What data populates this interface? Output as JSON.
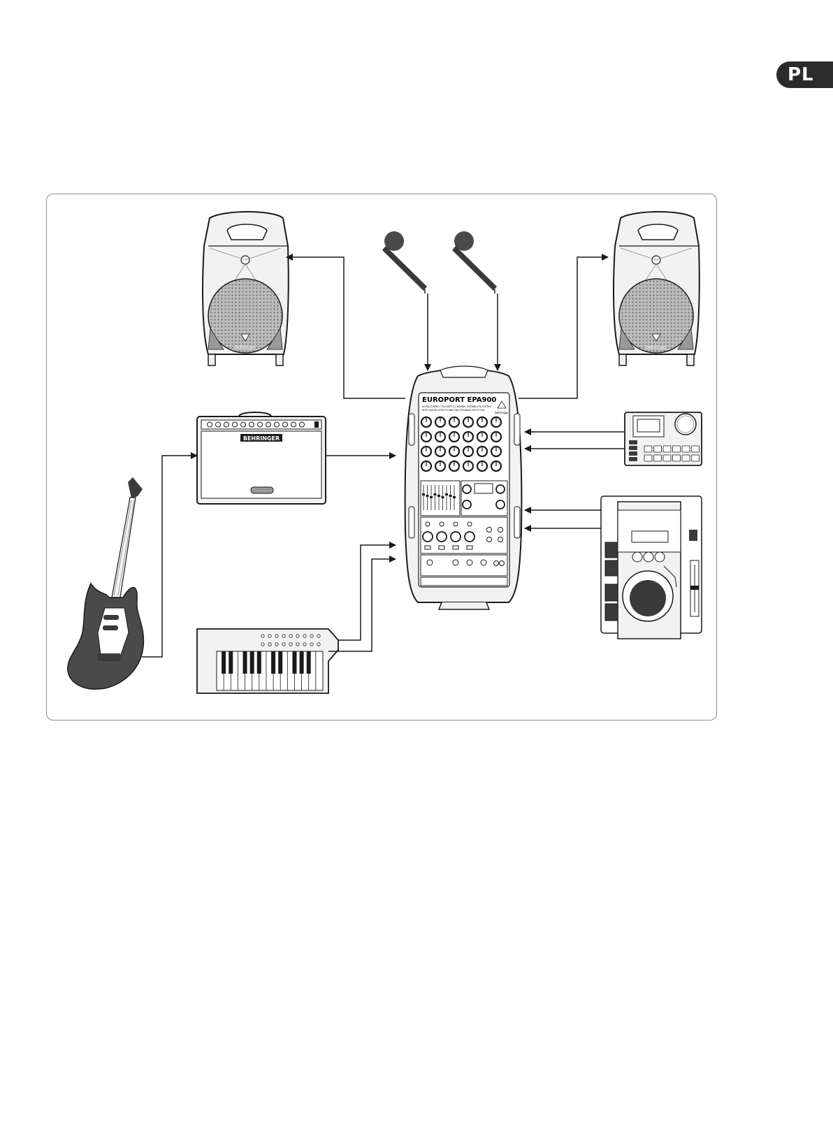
{
  "language_tab": "PL",
  "mixer": {
    "brand_line": "EUROPORT EPA900",
    "subtitle_lines": [
      "ULTRA-COMPACT 500-WATT 8-CHANNEL PORTABLE PA SYSTEM",
      "WITH DIGITAL EFFECTS AND FBQ FEEDBACK DETECTION"
    ],
    "logo": "behringer"
  },
  "amp_logo": "BEHRINGER",
  "speaker_logo": "behringer",
  "colors": {
    "line": "#1a1a1a",
    "device_fill": "#f2f2f2",
    "dark": "#3a3a3a"
  }
}
